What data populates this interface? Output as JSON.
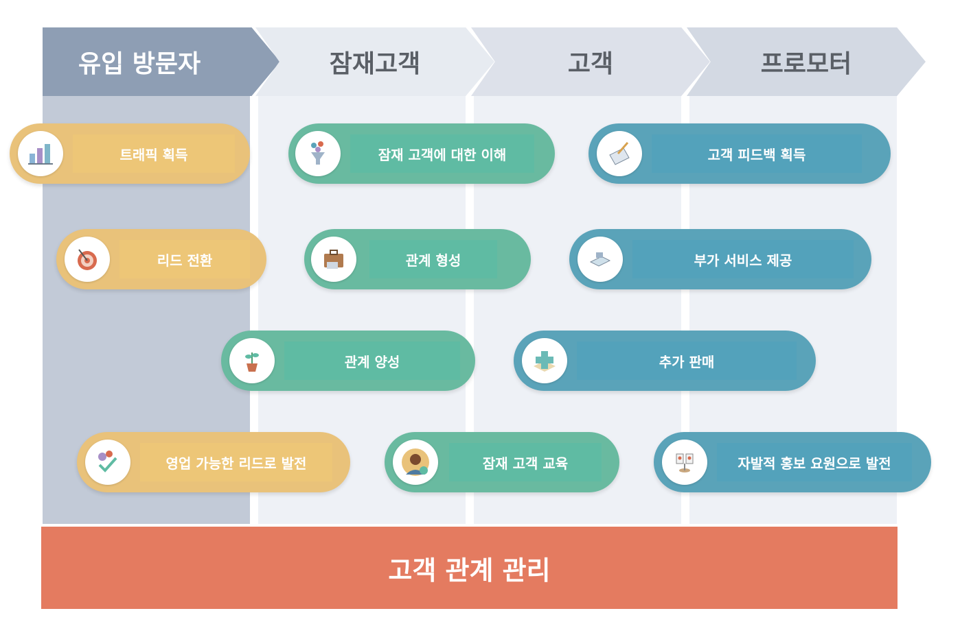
{
  "stages": [
    "유입 방문자",
    "잠재고객",
    "고객",
    "프로모터"
  ],
  "activities": {
    "traffic": "트래픽 획득",
    "lead_conversion": "리드 전환",
    "sales_ready_lead": "영업 가능한 리드로 발전",
    "understand_prospects": "잠재 고객에 대한 이해",
    "build_relationship": "관계 형성",
    "nurture_relationship": "관계 양성",
    "educate_prospects": "잠재 고객 교육",
    "customer_feedback": "고객 피드백 획득",
    "value_added_service": "부가 서비스 제공",
    "upsell": "추가 판매",
    "advocate": "자발적 홍보 요원으로 발전"
  },
  "footer": {
    "label": "고객 관계 관리"
  },
  "colors": {
    "yellow": "#edc677",
    "green": "#5fbba3",
    "blue": "#53a2bb",
    "crm": "#e47b60",
    "stage1": "#8e9eb4"
  },
  "icons": {
    "traffic": "chart-icon",
    "lead_conversion": "target-icon",
    "sales_ready_lead": "checklist-icon",
    "understand_prospects": "funnel-icon",
    "build_relationship": "briefcase-icon",
    "nurture_relationship": "plant-icon",
    "educate_prospects": "person-avatar-icon",
    "customer_feedback": "clipboard-icon",
    "value_added_service": "service-icon",
    "upsell": "plus-icon",
    "advocate": "megaphone-icon"
  }
}
